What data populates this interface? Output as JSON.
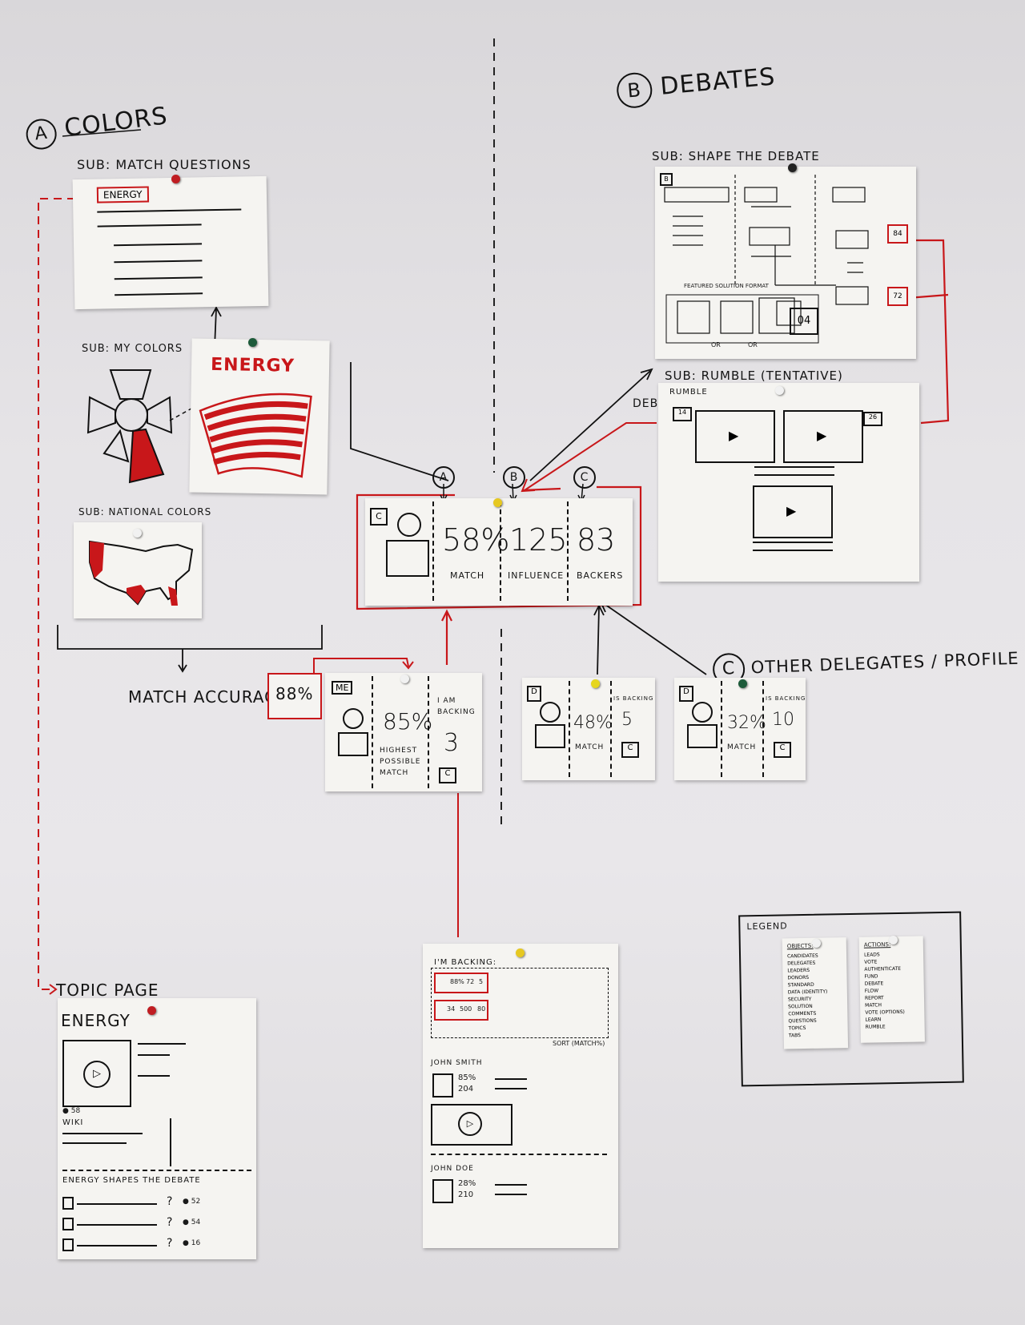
{
  "sections": {
    "a": {
      "letter": "A",
      "title": "COLORS"
    },
    "b": {
      "letter": "B",
      "title": "DEBATES"
    },
    "c": {
      "letter": "C",
      "title": "OTHER DELEGATES / PROFILE PAGES"
    }
  },
  "match_questions": {
    "heading": "SUB: MATCH QUESTIONS",
    "tag": "ENERGY"
  },
  "my_colors": {
    "heading": "SUB: MY COLORS"
  },
  "energy_card": {
    "title": "ENERGY"
  },
  "national_colors": {
    "heading": "SUB: NATIONAL COLORS"
  },
  "match_accuracy": {
    "label": "MATCH ACCURACY",
    "value": "88%"
  },
  "center_card": {
    "badge": "C",
    "markers": [
      "A",
      "B",
      "C"
    ],
    "stats": [
      {
        "value": "58%",
        "label": "MATCH"
      },
      {
        "value": "125",
        "label": "INFLUENCE"
      },
      {
        "value": "83",
        "label": "BACKERS"
      }
    ]
  },
  "me_card": {
    "badge": "ME",
    "value": "85%",
    "label": "HIGHEST POSSIBLE MATCH",
    "backing_label": "I AM BACKING",
    "backing_value": "3",
    "backing_badge": "C"
  },
  "delegate_cards": [
    {
      "badge": "D",
      "value": "48%",
      "label": "MATCH",
      "backing_label": "IS BACKING",
      "backing_value": "5",
      "backing_badge": "C"
    },
    {
      "badge": "D",
      "value": "32%",
      "label": "MATCH",
      "backing_label": "IS BACKING",
      "backing_value": "10",
      "backing_badge": "C"
    }
  ],
  "shape_debate": {
    "heading": "SUB: SHAPE THE DEBATE",
    "badge": "B",
    "featured": "FEATURED SOLUTION FORMAT",
    "scores": [
      "84",
      "72"
    ],
    "or_labels": [
      "OR",
      "OR"
    ],
    "number": "04"
  },
  "rumble": {
    "heading": "SUB: RUMBLE (TENTATIVE)",
    "title": "RUMBLE",
    "left_count": "14",
    "right_count": "26",
    "side_label": "DEB"
  },
  "topic_page": {
    "label": "TOPIC PAGE",
    "title": "ENERGY",
    "comments": "58",
    "wiki": "WIKI",
    "shapes_heading": "ENERGY SHAPES THE DEBATE",
    "rows": [
      {
        "mark": "?",
        "count": "52"
      },
      {
        "mark": "?",
        "count": "54"
      },
      {
        "mark": "?",
        "count": "16"
      }
    ]
  },
  "backing_page": {
    "heading": "I'M BACKING:",
    "row1": [
      "88%",
      "72",
      "5"
    ],
    "row2": [
      "34",
      "500",
      "80"
    ],
    "sort": "SORT (MATCH%)",
    "people": [
      {
        "name": "JOHN SMITH",
        "pct": "85%",
        "num": "204"
      },
      {
        "name": "JOHN DOE",
        "pct": "28%",
        "num": "210"
      }
    ]
  },
  "legend": {
    "title": "LEGEND",
    "objects_heading": "OBJECTS:",
    "objects": [
      "CANDIDATES",
      "DELEGATES",
      "LEADERS",
      "DONORS",
      "STANDARD",
      "DATA (IDENTITY)",
      "SECURITY",
      "SOLUTION",
      "COMMENTS",
      "QUESTIONS",
      "TOPICS",
      "TABS"
    ],
    "actions_heading": "ACTIONS:",
    "actions": [
      "LEADS",
      "VOTE",
      "AUTHENTICATE",
      "FUND",
      "DEBATE",
      "FLOW",
      "REPORT",
      "MATCH",
      "VOTE (OPTIONS)",
      "LEARN",
      "RUMBLE"
    ]
  },
  "colors": {
    "marker_red": "#c8171a",
    "ink": "#141414",
    "paper": "#f5f4f1",
    "wall": "#e4e2e5"
  }
}
